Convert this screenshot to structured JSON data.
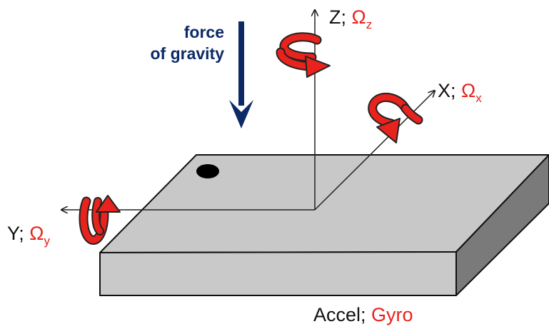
{
  "gravity": {
    "line1": "force",
    "line2": "of gravity"
  },
  "axes": {
    "z": {
      "name": "Z;",
      "rate_symbol": "Ω",
      "rate_sub": "z"
    },
    "x": {
      "name": "X;",
      "rate_symbol": "Ω",
      "rate_sub": "x"
    },
    "y": {
      "name": "Y;",
      "rate_symbol": "Ω",
      "rate_sub": "y"
    }
  },
  "caption": {
    "accel": "Accel;",
    "gyro": "Gyro"
  },
  "colors": {
    "gravity_arrow": "#0d2a66",
    "rotation_arrow": "#e8221d",
    "board_top": "#c8c8c8",
    "board_front": "#c9c9c9",
    "board_side": "#7a7a7a",
    "gyro_text": "#e8221d"
  },
  "icons": [
    "gravity-arrow",
    "rotation-arrow-z",
    "rotation-arrow-x",
    "rotation-arrow-y",
    "pin1-dot"
  ]
}
